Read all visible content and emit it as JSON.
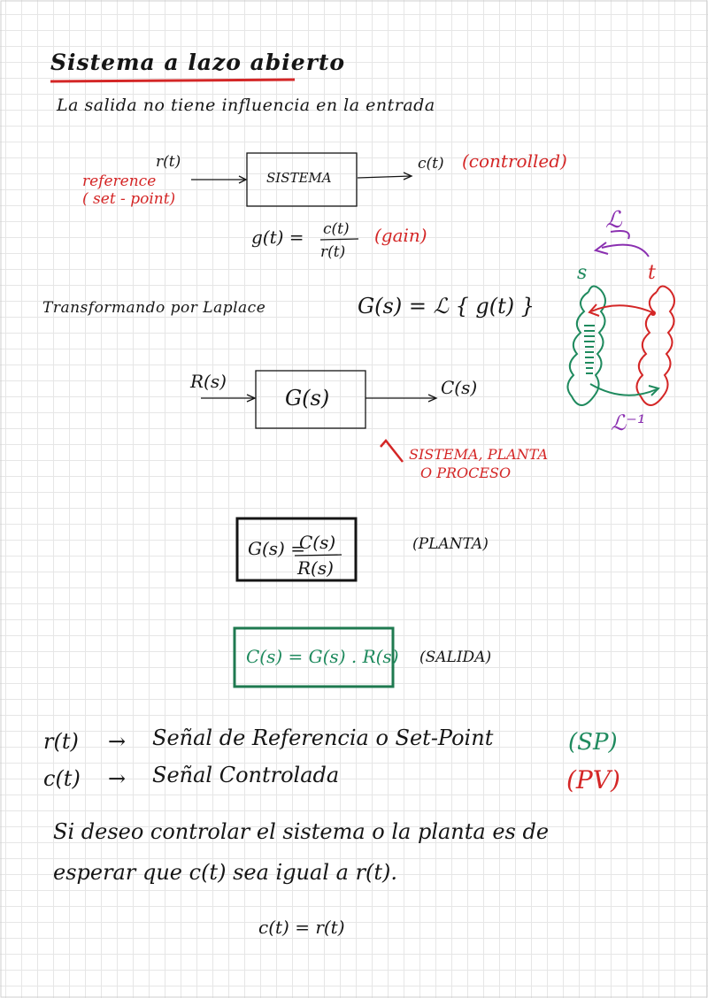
{
  "title": "Sistema a lazo abierto",
  "subtitle": "La salida no tiene influencia en la entrada",
  "diagram1": {
    "input": "r(t)",
    "input_note_line1": "reference",
    "input_note_line2": "( set - point)",
    "block": "SISTEMA",
    "output": "c(t)",
    "output_note": "(controlled)"
  },
  "gain": {
    "lhs": "g(t) =",
    "numerator": "c(t)",
    "denominator": "r(t)",
    "note": "(gain)"
  },
  "laplace_diagram": {
    "operator": "ℒ",
    "inverse": "ℒ⁻¹",
    "s_label": "s",
    "t_label": "t"
  },
  "transform": {
    "label": "Transformando por Laplace",
    "equation": "G(s) = ℒ { g(t) }"
  },
  "diagram2": {
    "input": "R(s)",
    "block": "G(s)",
    "output": "C(s)",
    "note_line1": "SISTEMA, PLANTA",
    "note_line2": "O PROCESO"
  },
  "plant_eq": {
    "lhs": "G(s) =",
    "numerator": "C(s)",
    "denominator": "R(s)",
    "note": "(PLANTA)"
  },
  "output_eq": {
    "equation": "C(s) = G(s) . R(s)",
    "note": "(SALIDA)"
  },
  "definitions": [
    {
      "symbol": "r(t)",
      "arrow": "→",
      "text": "Señal de Referencia  o  Set-Point",
      "tag": "(SP)"
    },
    {
      "symbol": "c(t)",
      "arrow": "→",
      "text": "Señal Controlada",
      "tag": "(PV)"
    }
  ],
  "conclusion": {
    "line1": "Si deseo controlar el sistema o la planta es de",
    "line2": "esperar que c(t) sea igual a r(t).",
    "equation": "c(t) = r(t)"
  },
  "colors": {
    "ink": "#151515",
    "red": "#d42626",
    "green": "#1f8a5e",
    "purple": "#8a2fb0"
  }
}
